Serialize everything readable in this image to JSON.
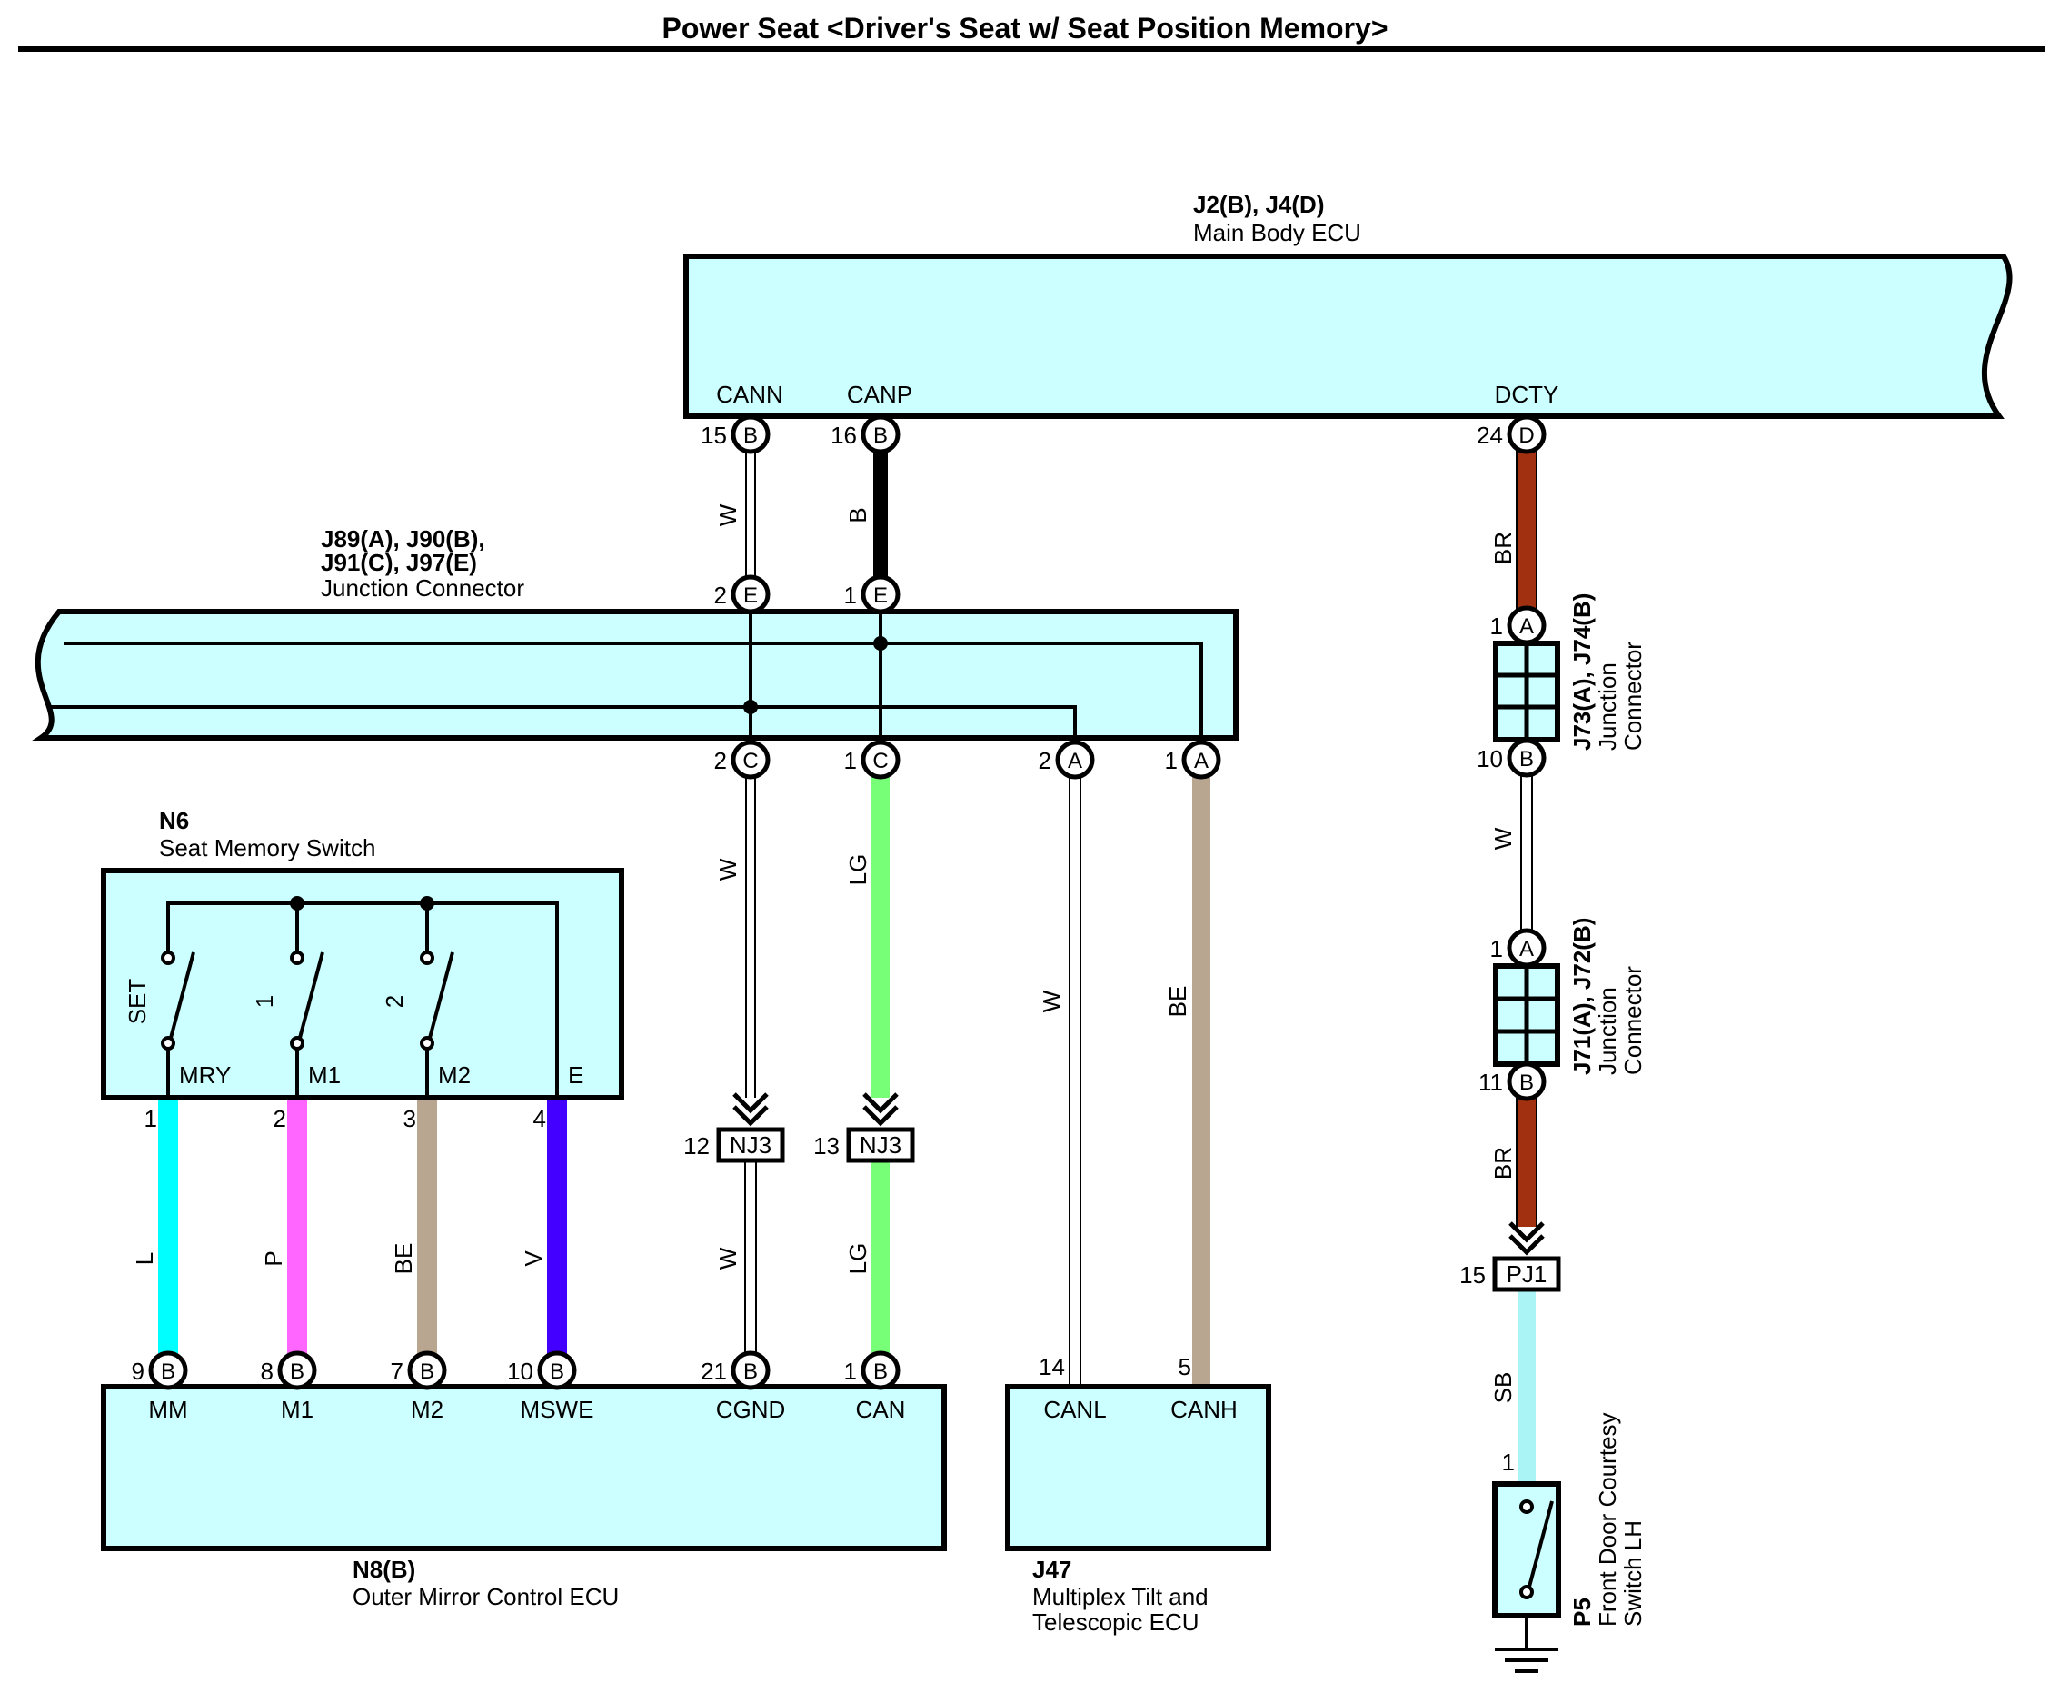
{
  "title": "Power Seat <Driver's Seat w/ Seat Position Memory>",
  "colors": {
    "box_fill": "#ccffff",
    "L": "#00ffff",
    "P": "#ff66ff",
    "BE": "#b8a690",
    "V": "#4400ff",
    "LG": "#77ff77",
    "BR": "#a03010",
    "SB": "#aaf4f6",
    "B": "#000000",
    "W": "#ffffff"
  },
  "components": {
    "main_body_ecu": {
      "code": "J2(B), J4(D)",
      "name": "Main Body ECU",
      "terminals": {
        "CANN": "CANN",
        "CANP": "CANP",
        "DCTY": "DCTY"
      }
    },
    "junction_connector_1": {
      "code_line1": "J89(A), J90(B),",
      "code_line2": "J91(C), J97(E)",
      "name": "Junction Connector"
    },
    "seat_memory_switch": {
      "code": "N6",
      "name": "Seat Memory Switch",
      "switches": [
        "SET",
        "1",
        "2"
      ],
      "terminals": [
        "MRY",
        "M1",
        "M2",
        "E"
      ]
    },
    "outer_mirror_ecu": {
      "code": "N8(B)",
      "name": "Outer Mirror Control ECU",
      "terminals": [
        "MM",
        "M1",
        "M2",
        "MSWE",
        "CGND",
        "CAN"
      ]
    },
    "multiplex_tilt_ecu": {
      "code": "J47",
      "name_line1": "Multiplex Tilt and",
      "name_line2": "Telescopic ECU",
      "terminals": [
        "CANL",
        "CANH"
      ]
    },
    "junction_j73": {
      "code": "J73(A), J74(B)",
      "name_line1": "Junction",
      "name_line2": "Connector"
    },
    "junction_j71": {
      "code": "J71(A), J72(B)",
      "name_line1": "Junction",
      "name_line2": "Connector"
    },
    "courtesy_switch": {
      "code": "P5",
      "name_line1": "Front Door Courtesy",
      "name_line2": "Switch LH"
    }
  },
  "pins": {
    "ecu_cann": {
      "num": "15",
      "conn": "B"
    },
    "ecu_canp": {
      "num": "16",
      "conn": "B"
    },
    "ecu_dcty": {
      "num": "24",
      "conn": "D"
    },
    "jc_e2": {
      "num": "2",
      "conn": "E"
    },
    "jc_e1": {
      "num": "1",
      "conn": "E"
    },
    "jc_c2": {
      "num": "2",
      "conn": "C"
    },
    "jc_c1": {
      "num": "1",
      "conn": "C"
    },
    "jc_a2": {
      "num": "2",
      "conn": "A"
    },
    "jc_a1": {
      "num": "1",
      "conn": "A"
    },
    "j73_a1": {
      "num": "1",
      "conn": "A"
    },
    "j73_b10": {
      "num": "10",
      "conn": "B"
    },
    "j71_a1": {
      "num": "1",
      "conn": "A"
    },
    "j71_b11": {
      "num": "11",
      "conn": "B"
    },
    "n6_1": {
      "num": "1"
    },
    "n6_2": {
      "num": "2"
    },
    "n6_3": {
      "num": "3"
    },
    "n6_4": {
      "num": "4"
    },
    "n8_mm": {
      "num": "9",
      "conn": "B"
    },
    "n8_m1": {
      "num": "8",
      "conn": "B"
    },
    "n8_m2": {
      "num": "7",
      "conn": "B"
    },
    "n8_mswe": {
      "num": "10",
      "conn": "B"
    },
    "n8_cgnd": {
      "num": "21",
      "conn": "B"
    },
    "n8_can": {
      "num": "1",
      "conn": "B"
    },
    "j47_canl": {
      "num": "14"
    },
    "j47_canh": {
      "num": "5"
    },
    "p5_1": {
      "num": "1"
    },
    "nj3_w": {
      "num": "12",
      "label": "NJ3"
    },
    "nj3_lg": {
      "num": "13",
      "label": "NJ3"
    },
    "pj1": {
      "num": "15",
      "label": "PJ1"
    }
  },
  "wire_labels": {
    "cann_upper": "W",
    "canp_upper": "B",
    "dcty_upper": "BR",
    "cgnd_mid": "W",
    "can_mid": "LG",
    "canl": "W",
    "canh": "BE",
    "j73_j71": "W",
    "pj1_upper": "BR",
    "mm": "L",
    "m1": "P",
    "m2": "BE",
    "mswe": "V",
    "cgnd_low": "W",
    "can_low": "LG",
    "sb": "SB"
  }
}
